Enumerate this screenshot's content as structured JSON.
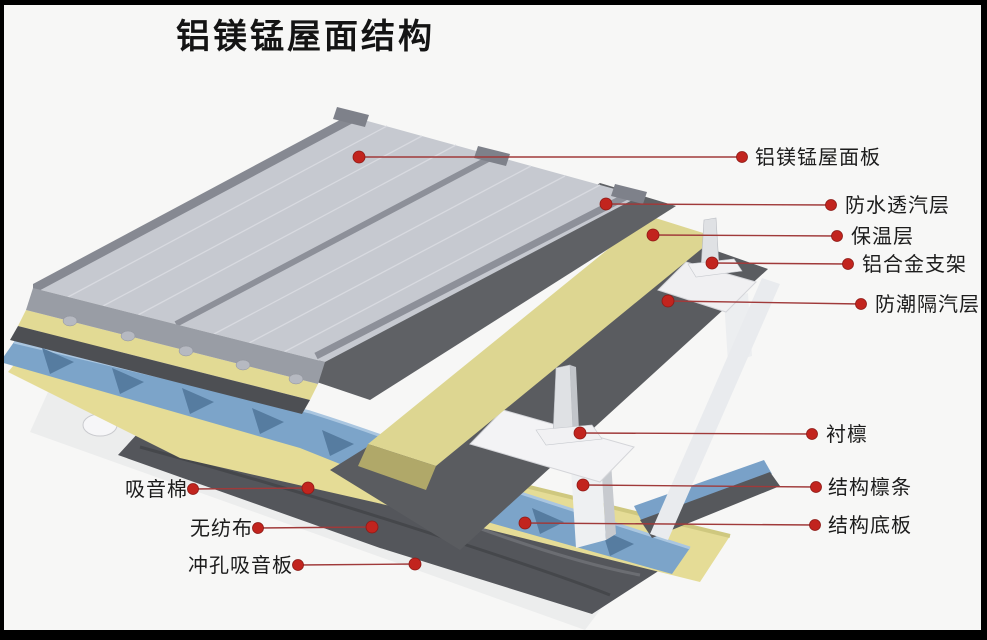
{
  "title": "铝镁锰屋面结构",
  "labels": {
    "roof_panel": "铝镁锰屋面板",
    "waterproof": "防水透汽层",
    "insulation": "保温层",
    "bracket": "铝合金支架",
    "vapor_barrier": "防潮隔汽层",
    "liner_purlin": "衬檩",
    "structural_purlin": "结构檩条",
    "structural_deck": "结构底板",
    "sound_cotton": "吸音棉",
    "nonwoven": "无纺布",
    "perforated_panel": "冲孔吸音板"
  },
  "colors": {
    "background": "#f7f7f6",
    "frame": "#000000",
    "leader_line_red": "#a03a3a",
    "dot_red": "#c2241e",
    "roof_gray": "#c6c9d0",
    "seam_gray": "#8d9099",
    "membrane_dark_gray": "#5f6165",
    "insulation_yellow": "#ddd691",
    "deck_blue": "#7ca4c9",
    "bracket_white": "#f0f1f3",
    "text_black": "#1c1c1c"
  }
}
